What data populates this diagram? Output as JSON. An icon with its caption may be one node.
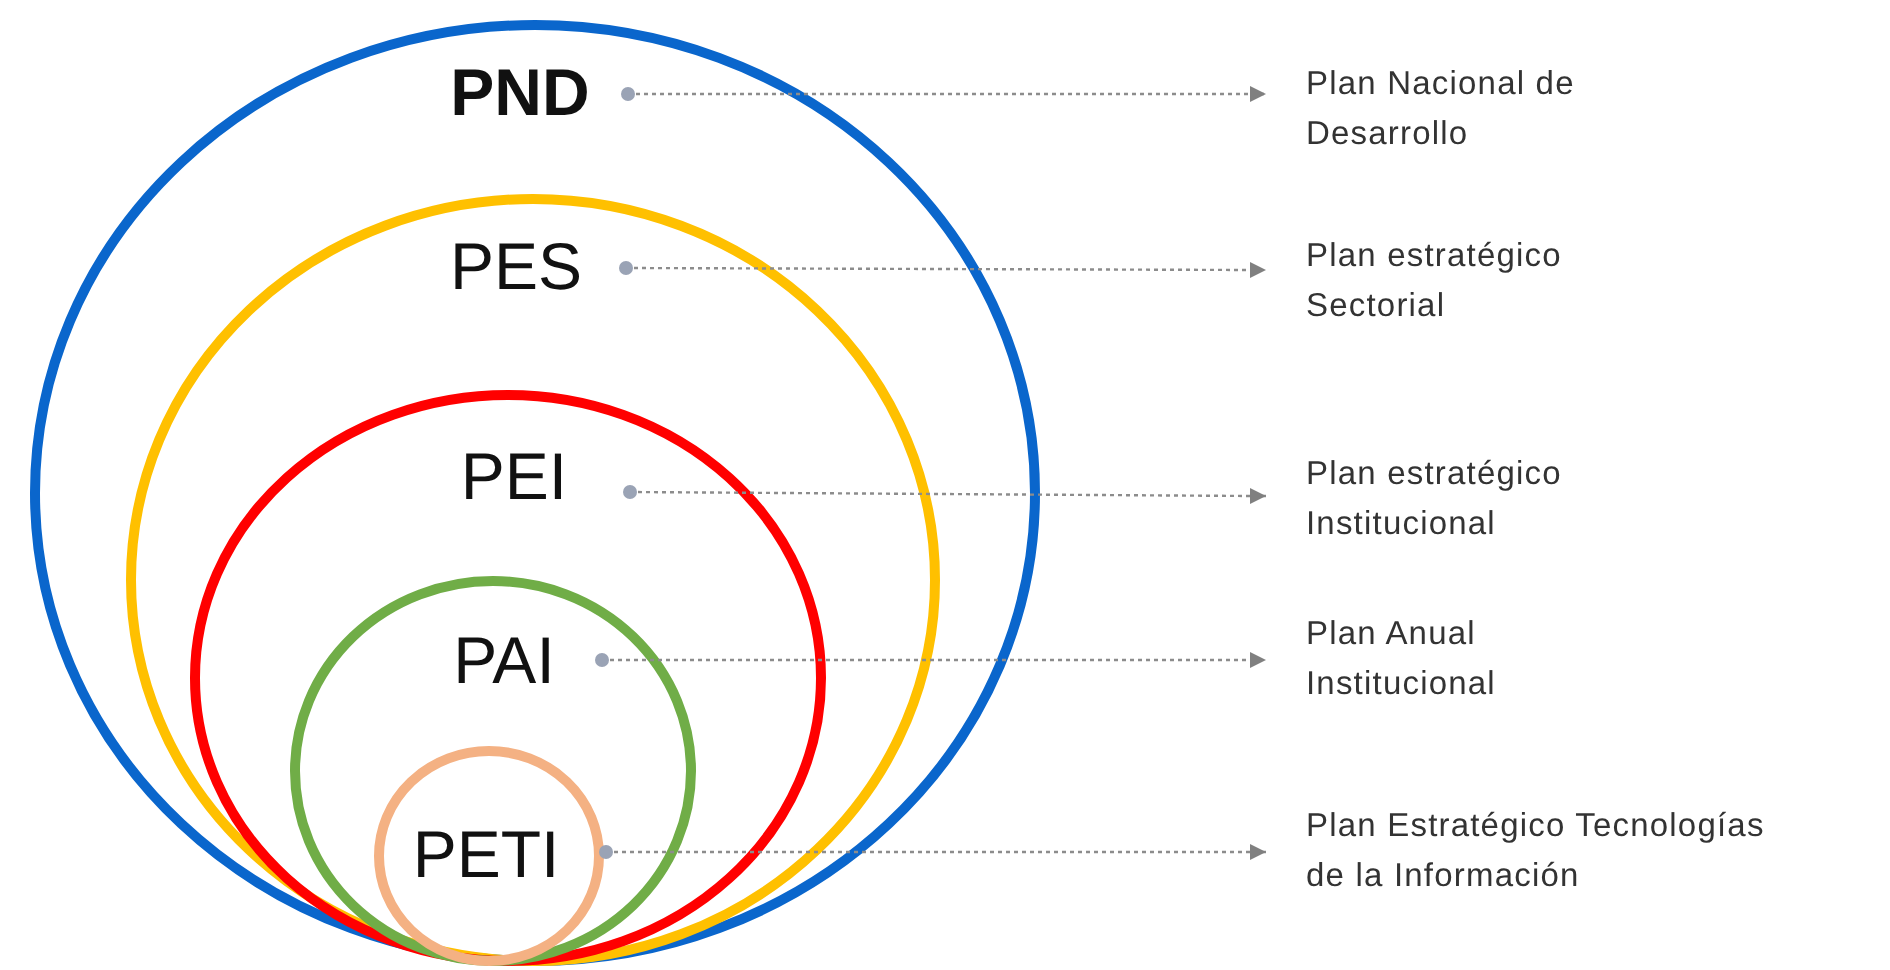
{
  "diagram": {
    "nodes": [
      {
        "text": [
          "PND"
        ]
      },
      {
        "text": [
          "PES"
        ],
        "in": 0
      },
      {
        "text": [
          "PEI"
        ],
        "in": 1
      },
      {
        "text": [
          "PAI"
        ],
        "in": 2
      },
      {
        "text": [
          "PETI"
        ],
        "in": 3
      },
      {
        "text": [
          "Plan Nacional de Desarrollo"
        ]
      },
      {
        "text": [
          "Plan estratégico Sectorial"
        ]
      },
      {
        "text": [
          "Plan estratégico Institucional"
        ]
      },
      {
        "text": [
          "Plan Anual Institucional"
        ]
      },
      {
        "text": [
          "Plan Estratégico Tecnologías de la Información"
        ]
      }
    ],
    "edges": [
      {
        "from": 0,
        "to": 5,
        "arrow": "to"
      },
      {
        "from": 1,
        "to": 6,
        "arrow": "to"
      },
      {
        "from": 2,
        "to": 7,
        "arrow": "to"
      },
      {
        "from": 3,
        "to": 8,
        "arrow": "to"
      },
      {
        "from": 4,
        "to": 9,
        "arrow": "to"
      }
    ]
  }
}
